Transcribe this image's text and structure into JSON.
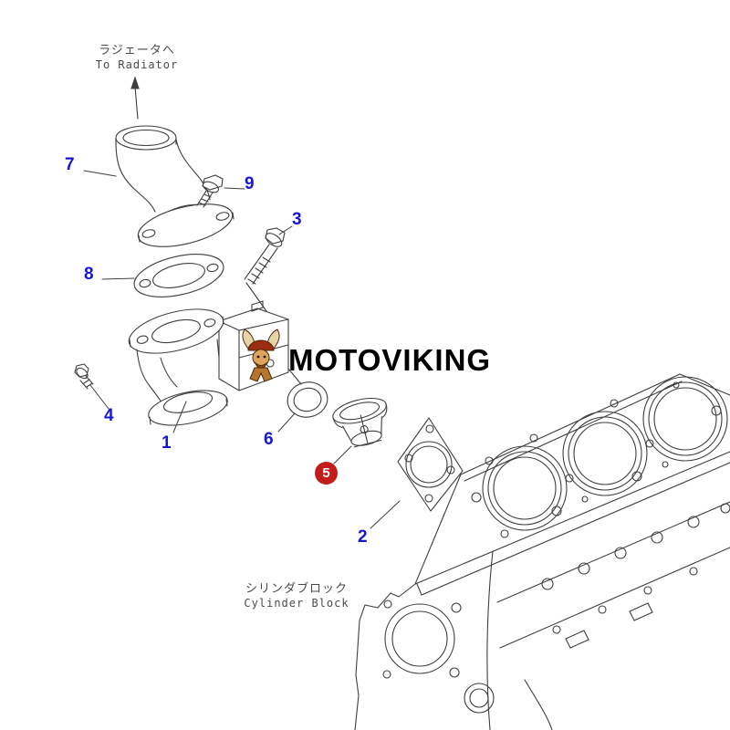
{
  "labels": {
    "radiator_jp": "ラジェータへ",
    "radiator_en": "To Radiator",
    "cylinder_block_jp": "シリンダブロック",
    "cylinder_block_en": "Cylinder Block"
  },
  "brand": {
    "name": "MOTOVIKING"
  },
  "callouts": {
    "c1": "1",
    "c2": "2",
    "c3": "3",
    "c4": "4",
    "c5": "5",
    "c6": "6",
    "c7": "7",
    "c8": "8",
    "c9": "9"
  },
  "icons": {
    "up_arrow": "radiator-direction-arrow",
    "mascot": "motoviking-mascot"
  },
  "colors": {
    "callout_blue": "#1616d6",
    "badge_red": "#c21d18",
    "line_gray": "#3f3f3f",
    "label_gray": "#4a4a4a",
    "brand_black": "#000000"
  }
}
